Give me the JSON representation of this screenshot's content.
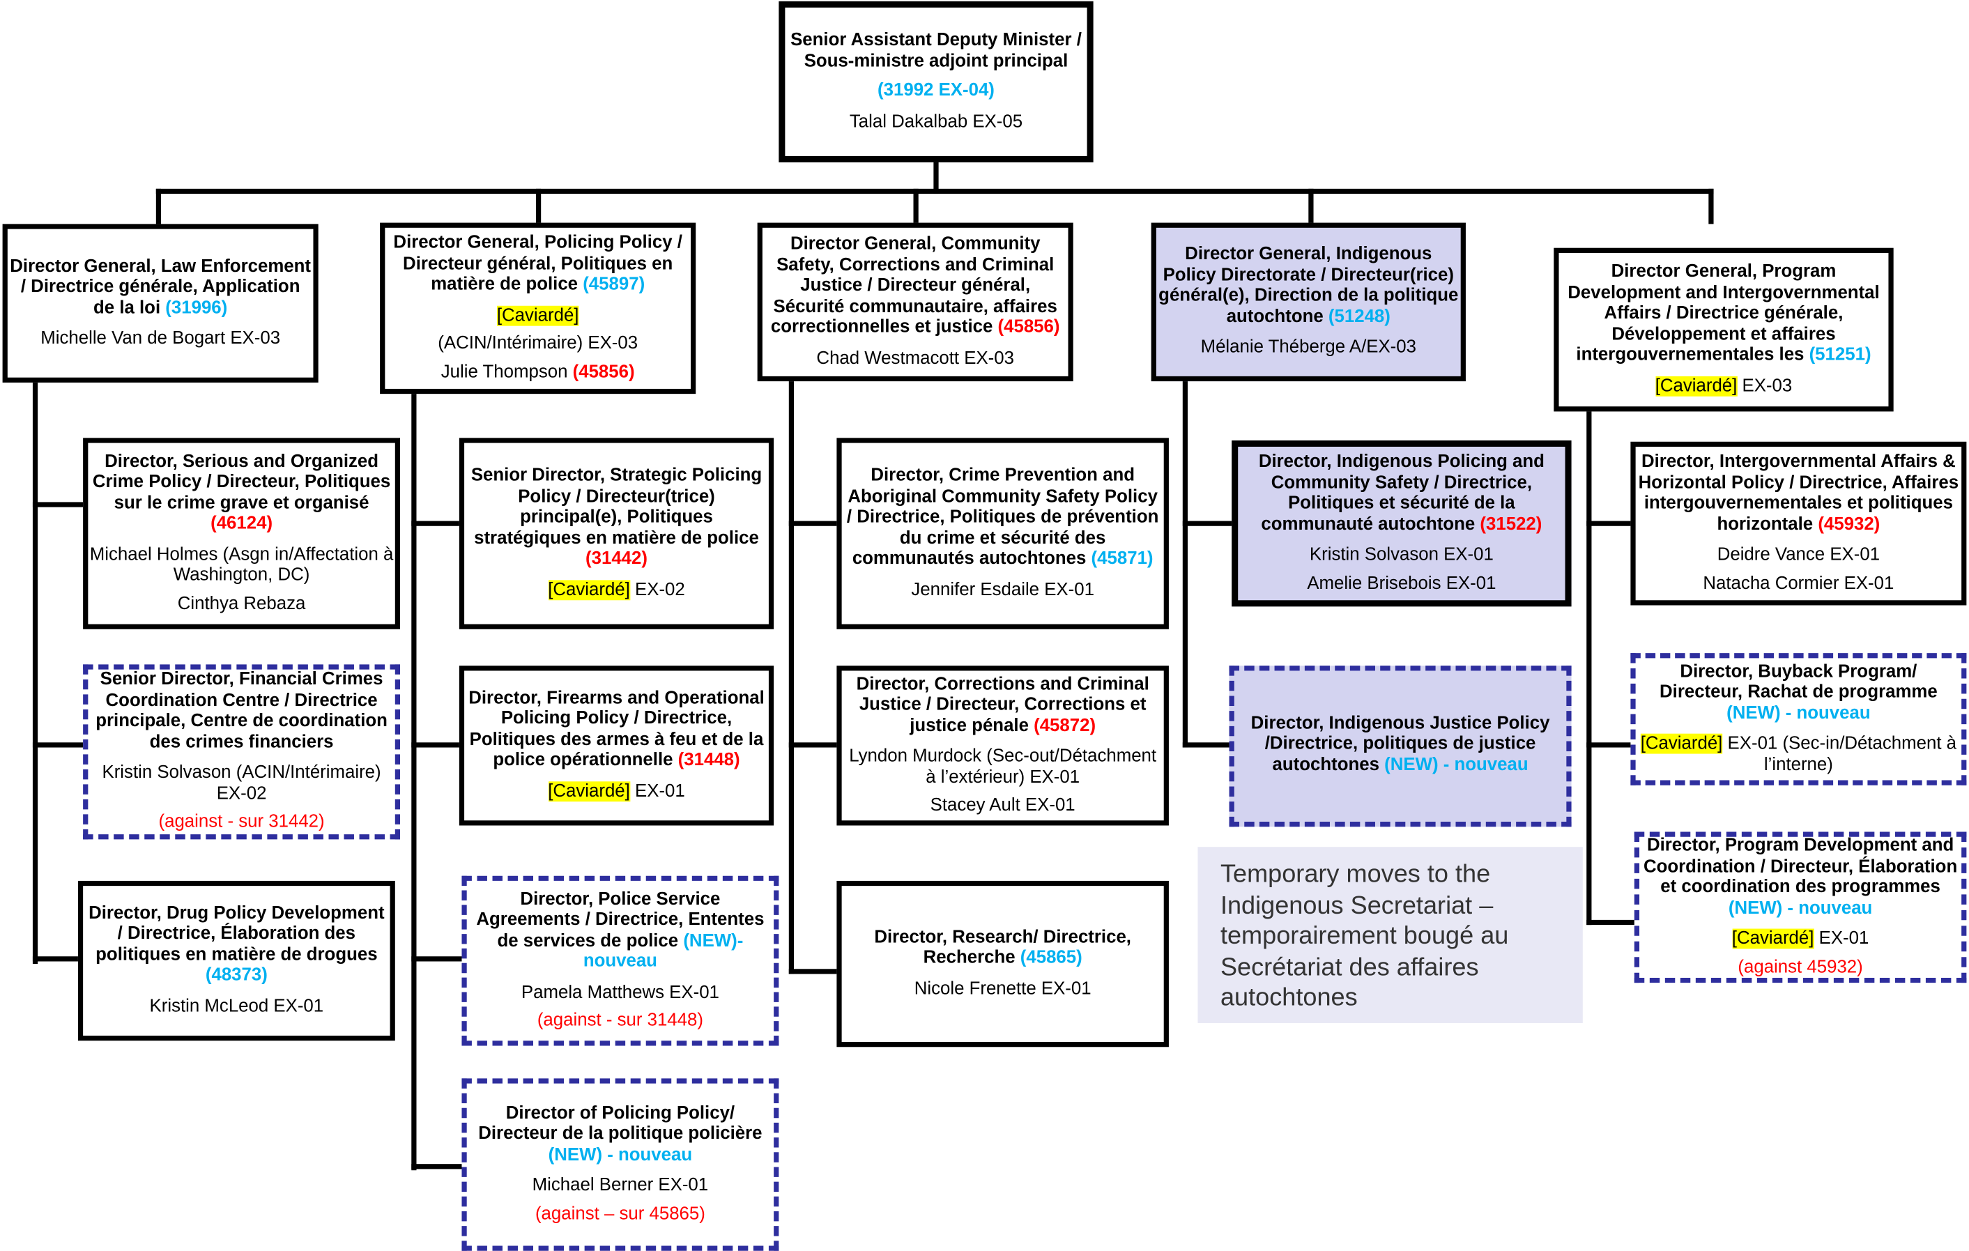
{
  "colors": {
    "blue": "#00b0f0",
    "red": "#ff0000",
    "highlight": "#ffff00",
    "dashed_border": "#2e2e9e",
    "indigenous_fill": "#d3d3f0"
  },
  "boxes": {
    "sadm": {
      "lines": [
        {
          "k": "b",
          "parts": [
            {
              "t": "Senior Assistant Deputy Minister / Sous-ministre adjoint principal"
            }
          ]
        },
        {
          "k": "b",
          "parts": [
            {
              "t": "(31992 EX-04)",
              "s": "blue"
            }
          ]
        },
        {
          "k": "p",
          "parts": [
            {
              "t": "Talal Dakalbab EX-05"
            }
          ]
        }
      ]
    },
    "dg_law": {
      "lines": [
        {
          "k": "b",
          "parts": [
            {
              "t": "Director General, Law Enforcement  / Directrice générale, Application de la loi "
            },
            {
              "t": "(31996)",
              "s": "blue"
            }
          ]
        },
        {
          "k": "p",
          "parts": [
            {
              "t": "Michelle Van de Bogart  EX-03"
            }
          ]
        }
      ]
    },
    "dg_policing": {
      "lines": [
        {
          "k": "b",
          "parts": [
            {
              "t": "Director General, Policing Policy / Directeur général, Politiques en matière de police "
            },
            {
              "t": "(45897)",
              "s": "blue"
            }
          ]
        },
        {
          "k": "p",
          "parts": [
            {
              "t": "[Caviardé]",
              "s": "hl"
            }
          ]
        },
        {
          "k": "p",
          "parts": [
            {
              "t": "(ACIN/Intérimaire) EX-03"
            }
          ]
        },
        {
          "k": "p",
          "parts": [
            {
              "t": "Julie Thompson "
            },
            {
              "t": "(45856)",
              "s": "red"
            }
          ]
        }
      ]
    },
    "dg_community": {
      "lines": [
        {
          "k": "b",
          "parts": [
            {
              "t": "Director General, Community Safety, Corrections and Criminal Justice / Directeur général, Sécurité communautaire, affaires correctionnelles et justice "
            },
            {
              "t": "(45856)",
              "s": "red"
            }
          ]
        },
        {
          "k": "p",
          "parts": [
            {
              "t": "Chad Westmacott EX-03"
            }
          ]
        }
      ]
    },
    "dg_indigenous": {
      "lines": [
        {
          "k": "b",
          "parts": [
            {
              "t": "Director General, Indigenous Policy Directorate / Directeur(rice) général(e), Direction de la politique autochtone "
            },
            {
              "t": "(51248)",
              "s": "blue"
            }
          ]
        },
        {
          "k": "p",
          "parts": [
            {
              "t": "Mélanie Théberge   A/EX-03"
            }
          ]
        }
      ]
    },
    "dg_program": {
      "lines": [
        {
          "k": "b",
          "parts": [
            {
              "t": "Director General, Program Development and Intergovernmental Affairs / Directrice générale, Développement et affaires intergouvernementales les "
            },
            {
              "t": "(51251)",
              "s": "blue"
            }
          ]
        },
        {
          "k": "p",
          "parts": [
            {
              "t": "[Caviardé]",
              "s": "hl"
            },
            {
              "t": " EX-03"
            }
          ]
        }
      ]
    },
    "dir_serious_crime": {
      "lines": [
        {
          "k": "b",
          "parts": [
            {
              "t": "Director, Serious and Organized Crime Policy / Directeur, Politiques sur le crime grave et organisé "
            },
            {
              "t": "(46124)",
              "s": "red"
            }
          ]
        },
        {
          "k": "p",
          "parts": [
            {
              "t": "Michael Holmes (Asgn in/Affectation à Washington, DC)"
            }
          ]
        },
        {
          "k": "p",
          "parts": [
            {
              "t": "Cinthya Rebaza"
            }
          ]
        }
      ]
    },
    "sd_financial_crimes": {
      "lines": [
        {
          "k": "b",
          "parts": [
            {
              "t": "Senior Director, Financial Crimes Coordination Centre / Directrice principale, Centre de coordination des crimes financiers"
            }
          ]
        },
        {
          "k": "p",
          "parts": [
            {
              "t": "Kristin Solvason (ACIN/Intérimaire) EX-02"
            }
          ]
        },
        {
          "k": "p",
          "parts": [
            {
              "t": "(against - sur 31442)",
              "s": "redn"
            }
          ]
        }
      ]
    },
    "dir_drug_policy": {
      "lines": [
        {
          "k": "b",
          "parts": [
            {
              "t": "Director, Drug Policy Development / Directrice, Élaboration des politiques en matière de drogues "
            },
            {
              "t": "(48373)",
              "s": "blue"
            }
          ]
        },
        {
          "k": "p",
          "parts": [
            {
              "t": "Kristin McLeod EX-01"
            }
          ]
        }
      ]
    },
    "sd_strategic_policing": {
      "lines": [
        {
          "k": "b",
          "parts": [
            {
              "t": "Senior Director, Strategic Policing Policy / Directeur(trice) principal(e), Politiques stratégiques en matière de police "
            },
            {
              "t": "(31442)",
              "s": "red"
            }
          ]
        },
        {
          "k": "p",
          "parts": [
            {
              "t": "[Caviardé]",
              "s": "hl"
            },
            {
              "t": " EX-02"
            }
          ]
        }
      ]
    },
    "dir_firearms": {
      "lines": [
        {
          "k": "b",
          "parts": [
            {
              "t": "Director, Firearms and Operational Policing Policy / Directrice, Politiques des armes à feu et de la police opérationnelle "
            },
            {
              "t": "(31448)",
              "s": "red"
            }
          ]
        },
        {
          "k": "p",
          "parts": [
            {
              "t": "[Caviardé]",
              "s": "hl"
            },
            {
              "t": " EX-01"
            }
          ]
        }
      ]
    },
    "dir_police_service_agreements": {
      "lines": [
        {
          "k": "b",
          "parts": [
            {
              "t": "Director, Police Service Agreements / Directrice, Ententes de services de police "
            },
            {
              "t": "(NEW)- nouveau",
              "s": "blue"
            }
          ]
        },
        {
          "k": "p",
          "parts": [
            {
              "t": "Pamela Matthews EX-01"
            }
          ]
        },
        {
          "k": "p",
          "parts": [
            {
              "t": "(against - sur 31448)",
              "s": "redn"
            }
          ]
        }
      ]
    },
    "dir_policing_policy": {
      "lines": [
        {
          "k": "b",
          "parts": [
            {
              "t": "Director of Policing Policy/ Directeur de la politique policière "
            },
            {
              "t": "(NEW) - nouveau",
              "s": "blue"
            }
          ]
        },
        {
          "k": "p",
          "parts": [
            {
              "t": "Michael Berner EX-01"
            }
          ]
        },
        {
          "k": "p",
          "parts": [
            {
              "t": "(against – sur 45865)",
              "s": "redn"
            }
          ]
        }
      ]
    },
    "dir_crime_prevention": {
      "lines": [
        {
          "k": "b",
          "parts": [
            {
              "t": "Director, Crime Prevention and Aboriginal Community Safety Policy / Directrice, Politiques de prévention du crime et sécurité des communautés autochtones "
            },
            {
              "t": "(45871)",
              "s": "blue"
            }
          ]
        },
        {
          "k": "p",
          "parts": [
            {
              "t": "Jennifer Esdaile EX-01"
            }
          ]
        }
      ]
    },
    "dir_corrections": {
      "lines": [
        {
          "k": "b",
          "parts": [
            {
              "t": "Director, Corrections and Criminal Justice / Directeur, Corrections et justice pénale "
            },
            {
              "t": "(45872)",
              "s": "red"
            }
          ]
        },
        {
          "k": "p",
          "parts": [
            {
              "t": "Lyndon Murdock (Sec-out/Détachment à l’extérieur) EX-01"
            }
          ]
        },
        {
          "k": "p",
          "parts": [
            {
              "t": "Stacey Ault EX-01"
            }
          ]
        }
      ]
    },
    "dir_research": {
      "lines": [
        {
          "k": "b",
          "parts": [
            {
              "t": "Director, Research/ Directrice, Recherche "
            },
            {
              "t": "(45865)",
              "s": "blue"
            }
          ]
        },
        {
          "k": "p",
          "parts": [
            {
              "t": "Nicole Frenette EX-01"
            }
          ]
        }
      ]
    },
    "dir_indigenous_policing": {
      "lines": [
        {
          "k": "b",
          "parts": [
            {
              "t": "Director, Indigenous Policing and Community Safety / Directrice, Politiques et sécurité de la communauté autochtone "
            },
            {
              "t": "(31522)",
              "s": "red"
            }
          ]
        },
        {
          "k": "p",
          "parts": [
            {
              "t": "Kristin Solvason EX-01"
            }
          ]
        },
        {
          "k": "p",
          "parts": [
            {
              "t": "Amelie Brisebois EX-01"
            }
          ]
        }
      ]
    },
    "dir_indigenous_justice": {
      "lines": [
        {
          "k": "b",
          "parts": [
            {
              "t": "Director, Indigenous Justice Policy /Directrice, politiques de justice autochtones "
            },
            {
              "t": "(NEW) - nouveau",
              "s": "blue"
            }
          ]
        }
      ]
    },
    "dir_intergovernmental": {
      "lines": [
        {
          "k": "b",
          "parts": [
            {
              "t": "Director, Intergovernmental Affairs & Horizontal Policy / Directrice, Affaires intergouvernementales et politiques horizontale "
            },
            {
              "t": "(45932)",
              "s": "red"
            }
          ]
        },
        {
          "k": "p",
          "parts": [
            {
              "t": "Deidre Vance EX-01"
            }
          ]
        },
        {
          "k": "p",
          "parts": [
            {
              "t": "Natacha Cormier EX-01"
            }
          ]
        }
      ]
    },
    "dir_buyback": {
      "lines": [
        {
          "k": "b",
          "parts": [
            {
              "t": "Director, Buyback Program/ Directeur, Rachat de programme "
            },
            {
              "t": "(NEW) - nouveau",
              "s": "blue"
            }
          ]
        },
        {
          "k": "p",
          "parts": [
            {
              "t": "[Caviardé]",
              "s": "hl"
            },
            {
              "t": " EX-01 (Sec-in/Détachment à l’interne)"
            }
          ]
        }
      ]
    },
    "dir_program_development": {
      "lines": [
        {
          "k": "b",
          "parts": [
            {
              "t": "Director, Program Development and Coordination / Directeur, Élaboration et coordination des programmes "
            },
            {
              "t": "(NEW) - nouveau",
              "s": "blue"
            }
          ]
        },
        {
          "k": "p",
          "parts": [
            {
              "t": "[Caviardé]",
              "s": "hl"
            },
            {
              "t": " EX-01"
            }
          ]
        },
        {
          "k": "p",
          "parts": [
            {
              "t": "(against 45932)",
              "s": "redn"
            }
          ]
        }
      ]
    }
  },
  "note": {
    "text": "Temporary moves to the Indigenous Secretariat – temporairement bougé au Secrétariat des affaires autochtones"
  }
}
